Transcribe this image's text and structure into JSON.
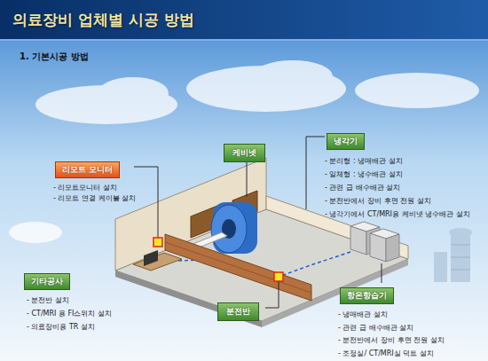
{
  "diagram": {
    "title": "의료장비 업체별 시공 방법",
    "nodes": [
      {
        "text": [
          "리모트 모니터",
          "- 리모트모니터 설치",
          "- 리모트 연결 케이블 설치"
        ]
      },
      {
        "text": [
          "케비넷"
        ]
      },
      {
        "text": [
          "냉각기",
          "- 분리형 : 냉매배관 설치",
          "- 일체형 : 냉수배관 설치",
          "- 관련 급 배수배관 설치",
          "- 분전반에서 장비 후면 전원 설치",
          "- 냉각기에서 CT/MRI용 케비넷 냉수배관 설치"
        ]
      },
      {
        "text": [
          "기타공사",
          "- 분전반 설치",
          "- CT/MRI 용 FI스위치 설치",
          "- 의료장비용 TR 설치"
        ]
      },
      {
        "text": [
          "분전반"
        ]
      },
      {
        "text": [
          "항온항습기",
          "- 냉매배관 설치",
          "- 관련 급 배수배관 설치",
          "- 분전반에서 장비 후면 전원 설치",
          "- 조정실/ CT/MRI실 덕트 설치"
        ]
      }
    ],
    "labels": [
      "1. 기본시공 방법"
    ]
  }
}
